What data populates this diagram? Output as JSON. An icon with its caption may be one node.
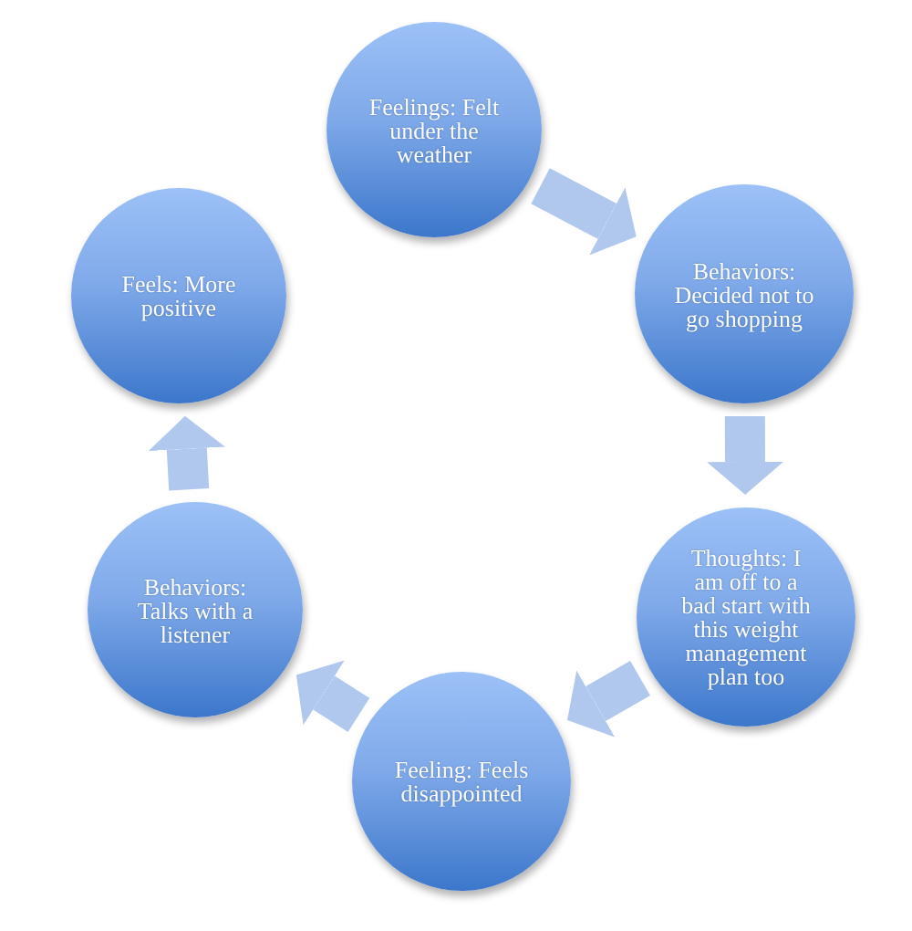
{
  "diagram": {
    "nodes": [
      {
        "text": [
          "Feelings: Felt under the weather"
        ]
      },
      {
        "text": [
          "Behaviors: Decided not to go shopping"
        ]
      },
      {
        "text": [
          "Thoughts: I am off to a bad start with this weight management plan too"
        ]
      },
      {
        "text": [
          "Feeling: Feels disappointed"
        ]
      },
      {
        "text": [
          "Behaviors: Talks with a listener"
        ]
      },
      {
        "text": [
          "Feels: More positive"
        ]
      }
    ],
    "edges": [
      {
        "from": 0,
        "to": 1,
        "arrow": "to"
      },
      {
        "from": 1,
        "to": 2,
        "arrow": "to"
      },
      {
        "from": 2,
        "to": 3,
        "arrow": "to"
      },
      {
        "from": 3,
        "to": 4,
        "arrow": "to"
      },
      {
        "from": 4,
        "to": 5,
        "arrow": "to"
      }
    ]
  }
}
